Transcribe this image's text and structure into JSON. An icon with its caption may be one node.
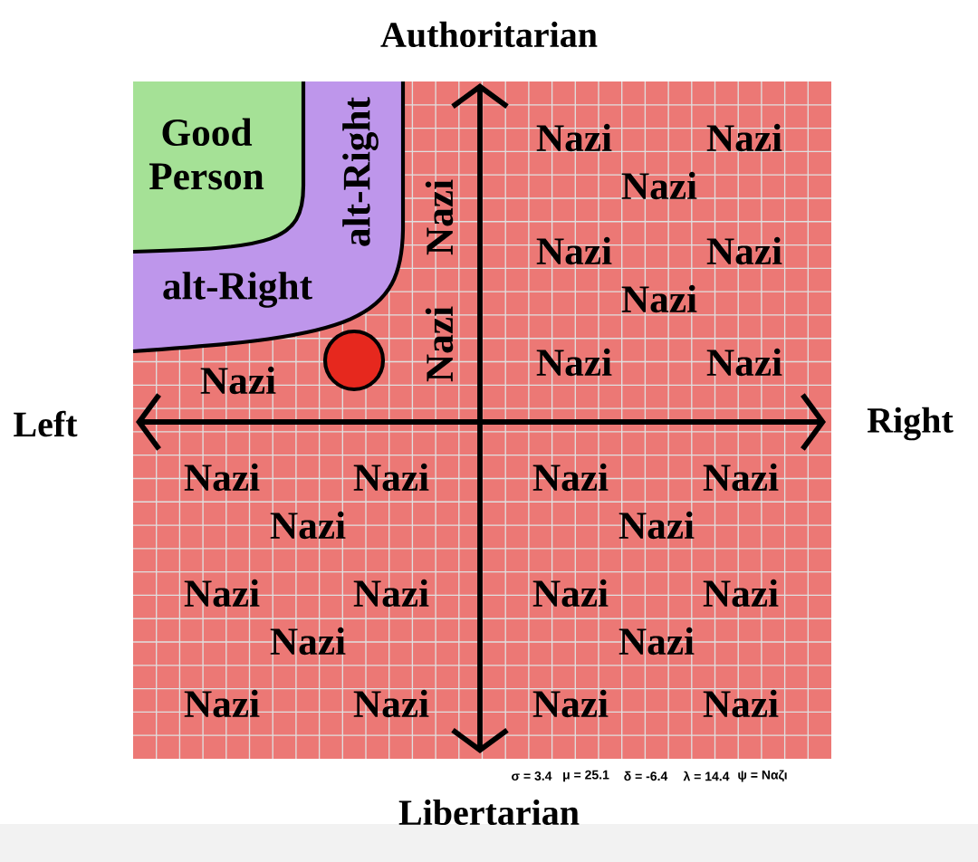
{
  "diagram": {
    "nodes": [
      {
        "text": [
          "Good Person"
        ],
        "in": 1
      },
      {
        "text": [
          "alt-Right",
          "alt-Right"
        ]
      },
      {
        "text": [],
        "shape": "circle"
      }
    ],
    "edges": [],
    "labels": [
      "Authoritarian",
      "Nazi",
      "Nazi",
      "Nazi",
      "Nazi",
      "Nazi",
      "Nazi",
      "Nazi",
      "Nazi",
      "Nazi",
      "Nazi",
      "Nazi",
      "Left",
      "Right",
      "Nazi",
      "Nazi",
      "Nazi",
      "Nazi",
      "Nazi",
      "Nazi",
      "Nazi",
      "Nazi",
      "Nazi",
      "Nazi",
      "Nazi",
      "Nazi",
      "Nazi",
      "Nazi",
      "Nazi",
      "Nazi",
      "σ = 3.4",
      "μ = 25.1",
      "δ = -6.4",
      "λ = 14.4",
      "ψ = Ναζι",
      "Libertarian"
    ]
  }
}
